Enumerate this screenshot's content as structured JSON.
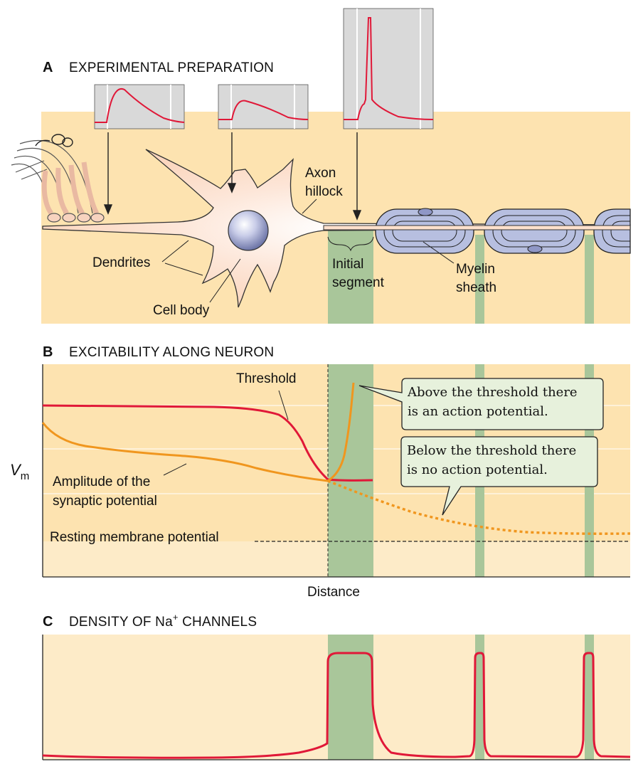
{
  "panel_a": {
    "letter": "A",
    "title": "EXPERIMENTAL PREPARATION",
    "labels": {
      "dendrites": "Dendrites",
      "cell_body": "Cell body",
      "axon_hillock_1": "Axon",
      "axon_hillock_2": "hillock",
      "initial_segment_1": "Initial",
      "initial_segment_2": "segment",
      "myelin_1": "Myelin",
      "myelin_2": "sheath"
    }
  },
  "panel_b": {
    "letter": "B",
    "title": "EXCITABILITY ALONG NEURON",
    "threshold": "Threshold",
    "amplitude_1": "Amplitude of the",
    "amplitude_2": "synaptic potential",
    "resting": "Resting membrane potential",
    "y_label": "V",
    "y_label_sub": "m",
    "x_label": "Distance",
    "callout_above_1": "Above the threshold there",
    "callout_above_2": "is an action potential.",
    "callout_below_1": "Below the threshold there",
    "callout_below_2": "is no action potential."
  },
  "panel_c": {
    "letter": "C",
    "title_pre": "DENSITY OF Na",
    "title_sup": "+",
    "title_post": " CHANNELS"
  },
  "colors": {
    "background_tan": "#fde3b0",
    "light_tan": "#fdebc8",
    "green_band": "#a9c69a",
    "red": "#e01838",
    "orange": "#f0961e",
    "neuron": "#fde0cc",
    "myelin": "#b7bfe0",
    "callout_fill": "#e7f1dc"
  }
}
